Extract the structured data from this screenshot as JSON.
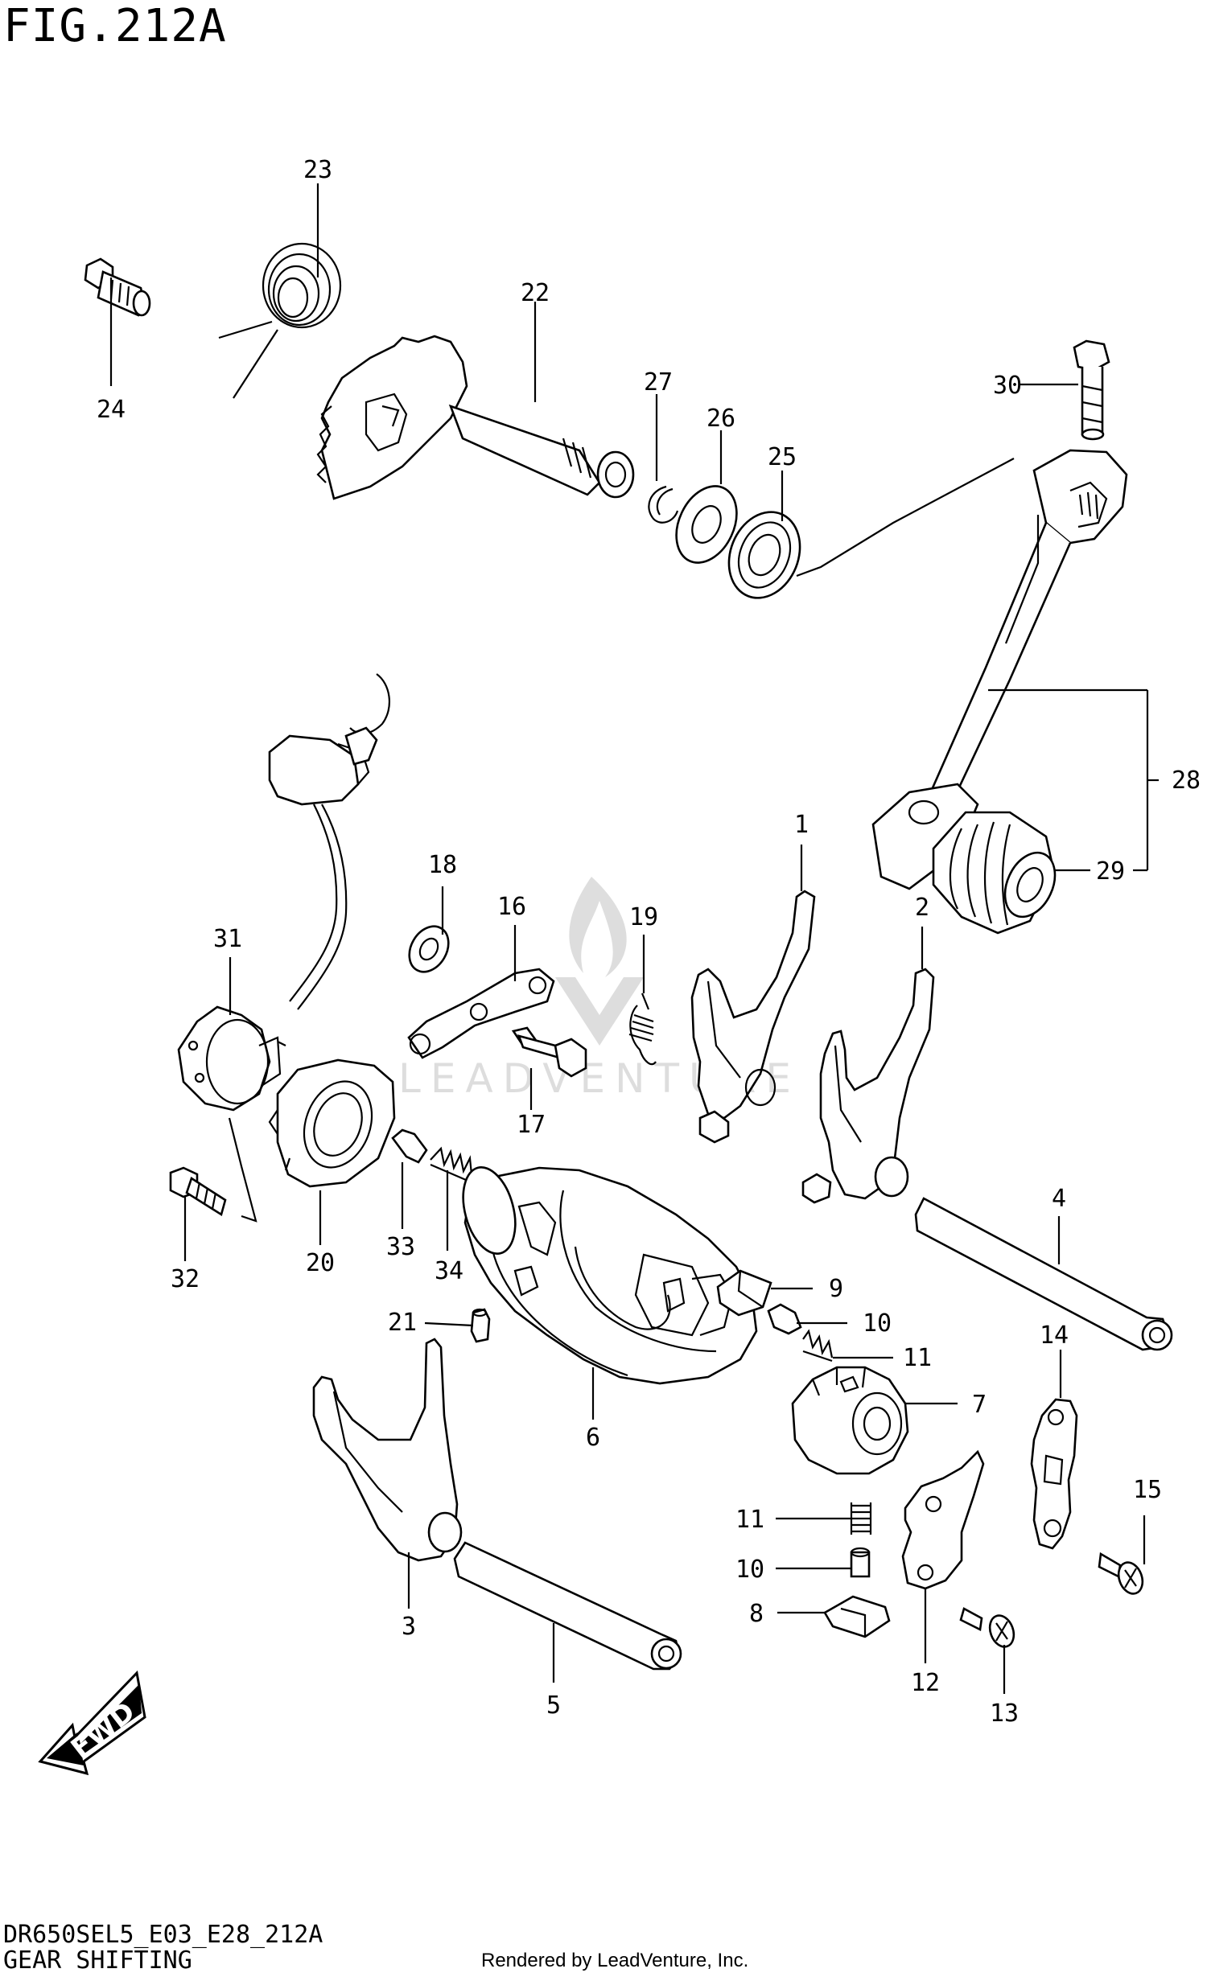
{
  "header": {
    "figure": "FIG.212A"
  },
  "footer": {
    "model_code": "DR650SEL5_E03_E28_212A",
    "section_name": "GEAR SHIFTING",
    "render_credit": "Rendered by LeadVenture, Inc."
  },
  "watermark": {
    "text": "LEADVENTURE"
  },
  "badge": {
    "fwd": "FWD"
  },
  "callouts": {
    "c1": "1",
    "c2": "2",
    "c3": "3",
    "c4": "4",
    "c5": "5",
    "c6": "6",
    "c7": "7",
    "c8": "8",
    "c9": "9",
    "c10a": "10",
    "c10b": "10",
    "c11a": "11",
    "c11b": "11",
    "c12": "12",
    "c13": "13",
    "c14": "14",
    "c15": "15",
    "c16": "16",
    "c17": "17",
    "c18": "18",
    "c19": "19",
    "c20": "20",
    "c21": "21",
    "c22": "22",
    "c23": "23",
    "c24": "24",
    "c25": "25",
    "c26": "26",
    "c27": "27",
    "c28": "28",
    "c29": "29",
    "c30": "30",
    "c31": "31",
    "c32": "32",
    "c33": "33",
    "c34": "34"
  }
}
